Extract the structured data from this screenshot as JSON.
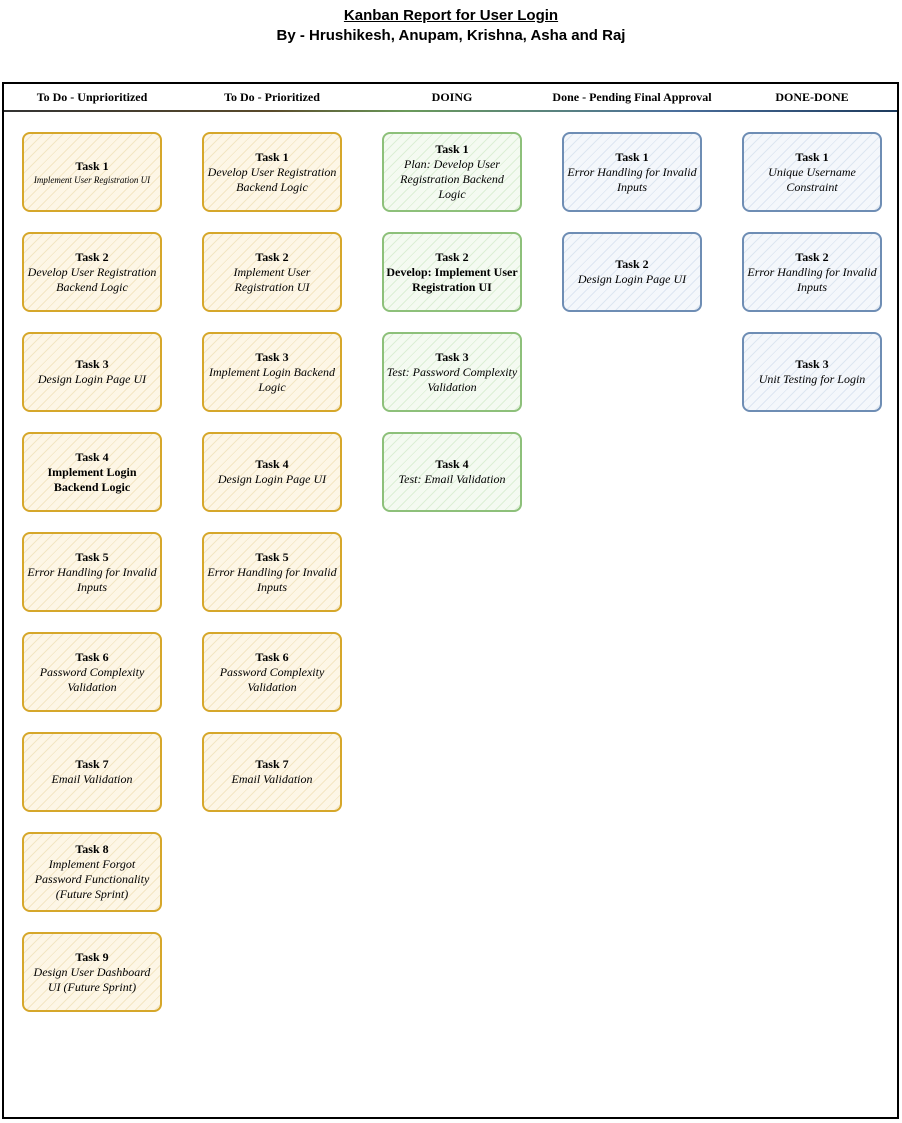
{
  "title": {
    "line1": "Kanban Report for User Login ",
    "line2": "By - Hrushikesh, Anupam, Krishna, Asha and Raj"
  },
  "colors": {
    "todo": "#d6a72a",
    "doing": "#8dc07a",
    "done": "#6e8db4"
  },
  "columns": [
    {
      "header": "To Do - Unprioritized",
      "cards": [
        {
          "num": "Task 1",
          "text": "Implement User Registration UI"
        },
        {
          "num": "Task 2",
          "text": "Develop User Registration Backend Logic"
        },
        {
          "num": "Task 3",
          "text": "Design Login Page UI"
        },
        {
          "num": "Task 4",
          "text": "Implement Login Backend Logic"
        },
        {
          "num": "Task 5",
          "text": "Error Handling for Invalid Inputs"
        },
        {
          "num": "Task 6",
          "text": "Password Complexity Validation"
        },
        {
          "num": "Task 7",
          "text": "Email Validation"
        },
        {
          "num": "Task 8",
          "text": "Implement Forgot Password Functionality (Future Sprint)"
        },
        {
          "num": "Task 9",
          "text": "Design User Dashboard UI (Future Sprint)"
        }
      ]
    },
    {
      "header": "To Do - Prioritized",
      "cards": [
        {
          "num": "Task 1",
          "text": "Develop User Registration Backend Logic"
        },
        {
          "num": "Task 2",
          "text": "Implement User Registration UI"
        },
        {
          "num": "Task 3",
          "text": "Implement Login Backend Logic"
        },
        {
          "num": "Task 4",
          "text": "Design Login Page UI"
        },
        {
          "num": "Task 5",
          "text": "Error Handling for Invalid Inputs"
        },
        {
          "num": "Task 6",
          "text": "Password Complexity Validation"
        },
        {
          "num": "Task 7",
          "text": "Email Validation"
        }
      ]
    },
    {
      "header": "DOING",
      "cards": [
        {
          "num": "Task 1",
          "text": "Plan: Develop User Registration Backend Logic"
        },
        {
          "num": "Task 2",
          "text": "Develop: Implement User Registration UI"
        },
        {
          "num": "Task 3",
          "text": "Test: Password Complexity Validation"
        },
        {
          "num": "Task 4",
          "text": "Test: Email Validation"
        }
      ]
    },
    {
      "header": "Done - Pending Final Approval",
      "cards": [
        {
          "num": "Task 1",
          "text": "Error Handling for Invalid Inputs"
        },
        {
          "num": "Task 2",
          "text": "Design Login Page UI"
        }
      ]
    },
    {
      "header": "DONE-DONE",
      "cards": [
        {
          "num": "Task 1",
          "text": "Unique Username Constraint"
        },
        {
          "num": "Task 2",
          "text": "Error Handling for Invalid Inputs"
        },
        {
          "num": "Task 3",
          "text": "Unit Testing for Login"
        }
      ]
    }
  ]
}
